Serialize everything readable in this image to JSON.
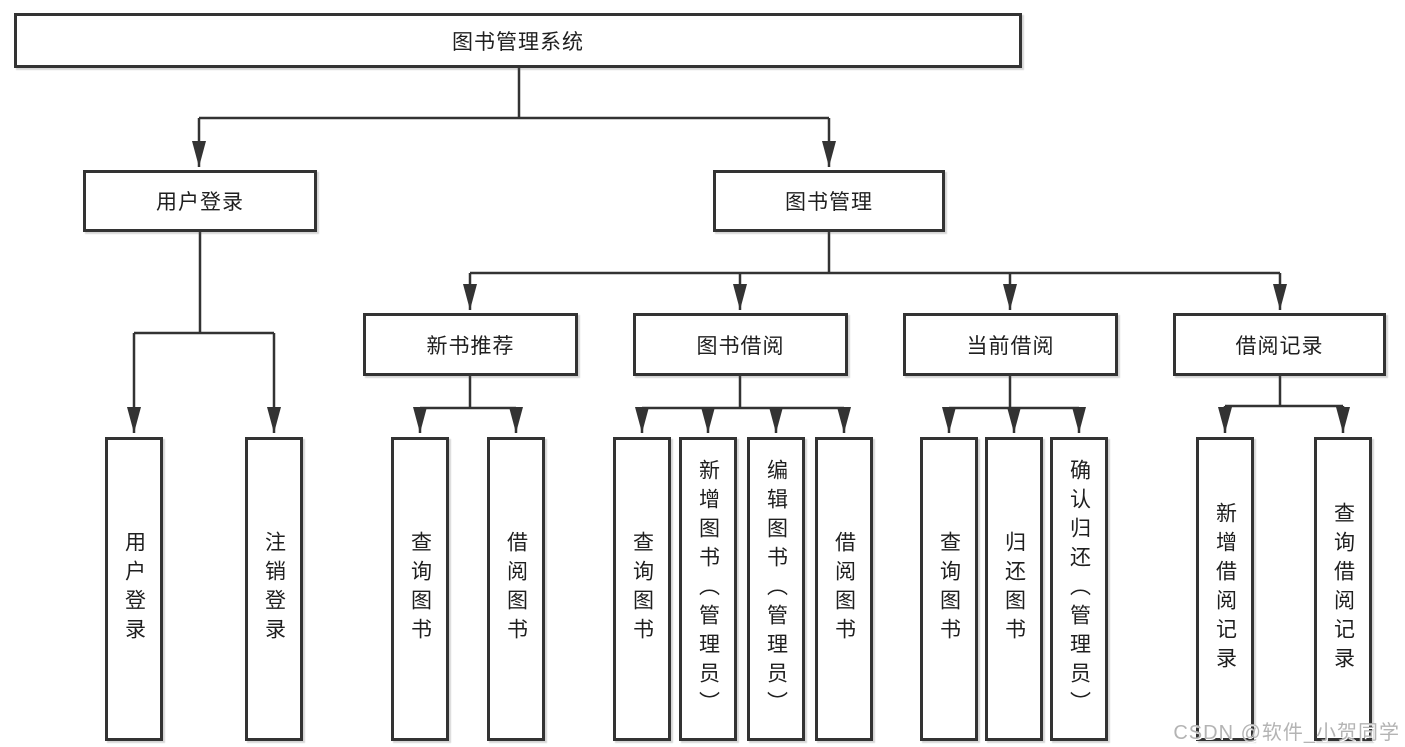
{
  "tree": {
    "root": {
      "label": "图书管理系统"
    },
    "branches": [
      {
        "label": "用户登录",
        "children": [
          {
            "label": "用户登录"
          },
          {
            "label": "注销登录"
          }
        ]
      },
      {
        "label": "图书管理",
        "children": [
          {
            "label": "新书推荐",
            "children": [
              {
                "label": "查询图书"
              },
              {
                "label": "借阅图书"
              }
            ]
          },
          {
            "label": "图书借阅",
            "children": [
              {
                "label": "查询图书"
              },
              {
                "label": "新增图书（管理员）"
              },
              {
                "label": "编辑图书（管理员）"
              },
              {
                "label": "借阅图书"
              }
            ]
          },
          {
            "label": "当前借阅",
            "children": [
              {
                "label": "查询图书"
              },
              {
                "label": "归还图书"
              },
              {
                "label": "确认归还（管理员）"
              }
            ]
          },
          {
            "label": "借阅记录",
            "children": [
              {
                "label": "新增借阅记录"
              },
              {
                "label": "查询借阅记录"
              }
            ]
          }
        ]
      }
    ]
  },
  "watermark": {
    "text": "CSDN @软件_小贺同学"
  },
  "colors": {
    "line": "#333333",
    "box_border": "#333333",
    "text": "#1f1f1f",
    "background": "#ffffff",
    "watermark": "#b4b4b4"
  }
}
